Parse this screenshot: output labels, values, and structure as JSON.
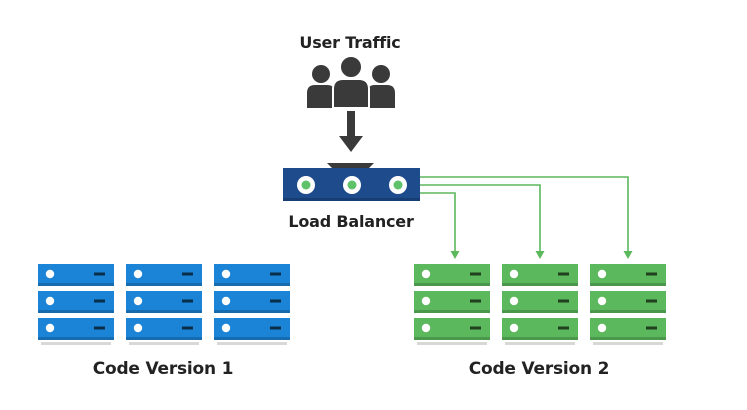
{
  "labels": {
    "user_traffic": "User Traffic",
    "load_balancer": "Load Balancer",
    "version1": "Code Version 1",
    "version2": "Code Version 2"
  },
  "icons": {
    "users": "users-icon",
    "arrow": "arrow-down-icon",
    "server": "server-rack-icon"
  },
  "colors": {
    "text": "#222222",
    "users_icon": "#3a3a3a",
    "load_balancer": "#1d4b8b",
    "load_balancer_led": "#5ec26a",
    "version1_server": "#1b84d6",
    "version2_server": "#5cb85c",
    "connector": "#5cb85c"
  },
  "server_groups": [
    {
      "name": "Code Version 1",
      "racks": 3,
      "units_per_rack": 3
    },
    {
      "name": "Code Version 2",
      "racks": 3,
      "units_per_rack": 3
    }
  ]
}
